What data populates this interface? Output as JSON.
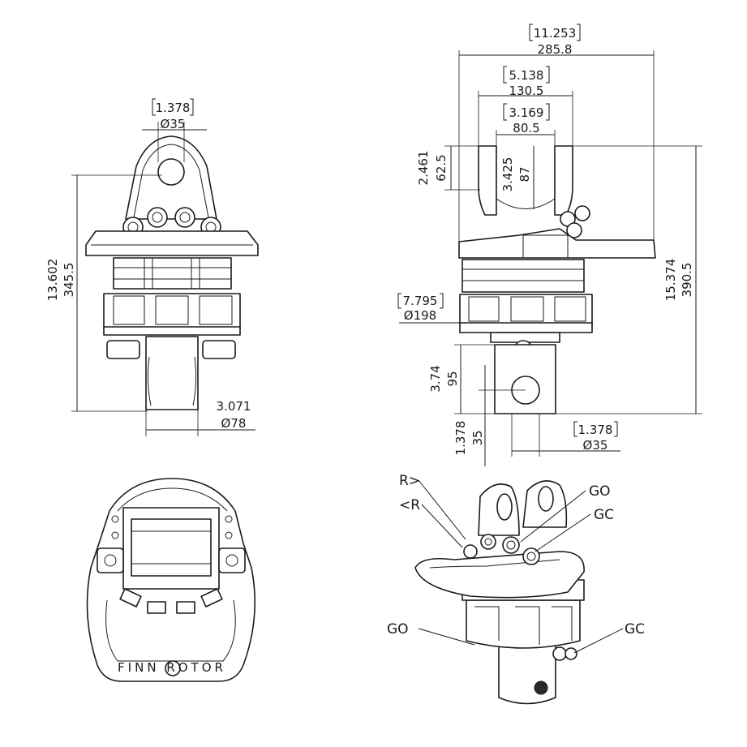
{
  "dimensions": {
    "front_pin": {
      "inch": "1.378",
      "mm": "Ø35"
    },
    "front_height": {
      "inch": "13.602",
      "mm": "345.5"
    },
    "front_shaft": {
      "inch": "3.071",
      "mm": "Ø78"
    },
    "side_total_width": {
      "inch": "11.253",
      "mm": "285.8"
    },
    "side_outer_lugs": {
      "inch": "5.138",
      "mm": "130.5"
    },
    "side_inner_lugs": {
      "inch": "3.169",
      "mm": "80.5"
    },
    "side_lug_top": {
      "inch": "2.461",
      "mm": "62.5"
    },
    "side_lug_inner": {
      "inch": "3.425",
      "mm": "87"
    },
    "side_total_height": {
      "inch": "15.374",
      "mm": "390.5"
    },
    "side_body": {
      "inch": "7.795",
      "mm": "Ø198"
    },
    "side_shaft_len": {
      "inch": "3.74",
      "mm": "95"
    },
    "side_hole_pos": {
      "inch": "1.378",
      "mm": "35"
    },
    "side_hole": {
      "inch": "1.378",
      "mm": "Ø35"
    }
  },
  "callouts": {
    "r_right": "R>",
    "r_left": "<R",
    "go_top": "GO",
    "gc_top": "GC",
    "go_bottom": "GO",
    "gc_bottom": "GC"
  },
  "logo": "FINN ROTOR"
}
